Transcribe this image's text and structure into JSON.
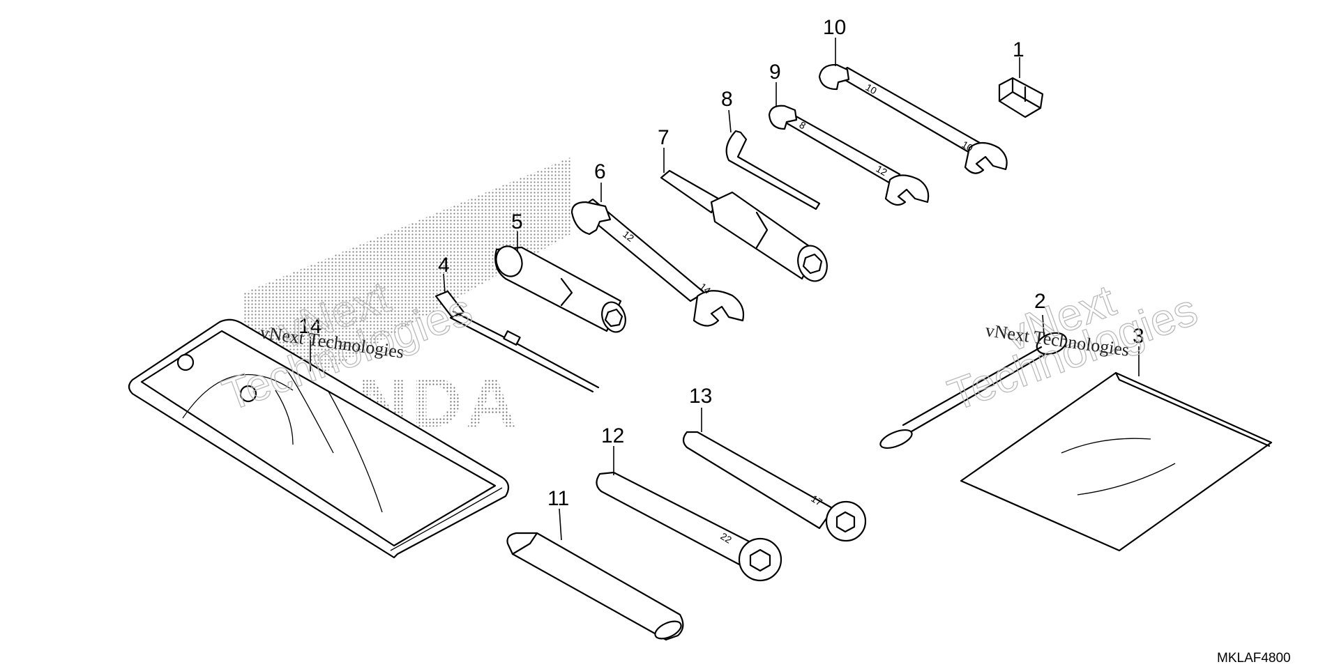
{
  "diagram_code": "MKLAF4800",
  "brand_text": "HONDA",
  "watermark": {
    "brand": "vNext",
    "word": "Technologies",
    "small": "vNext Technologies"
  },
  "callouts": [
    "1",
    "2",
    "3",
    "4",
    "5",
    "6",
    "7",
    "8",
    "9",
    "10",
    "11",
    "12",
    "13",
    "14"
  ],
  "wrench_sizes": {
    "w6a": "12",
    "w6b": "14",
    "w9a": "8",
    "w9b": "12",
    "w10a": "10",
    "w10b": "10",
    "w12": "22",
    "w13": "17"
  }
}
